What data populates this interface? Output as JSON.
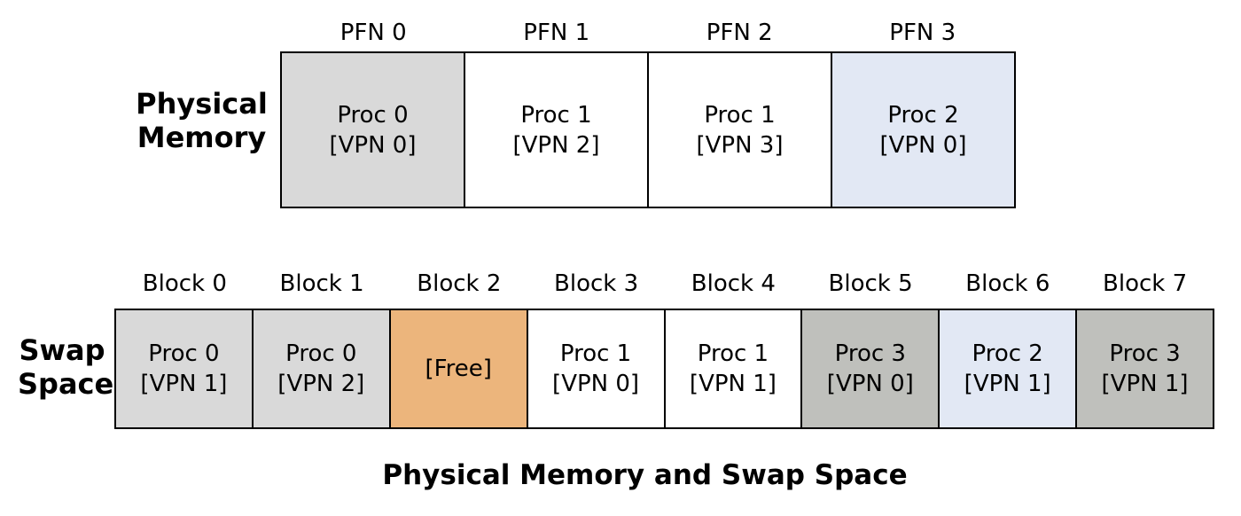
{
  "physical_memory": {
    "label_lines": [
      "Physical",
      "Memory"
    ],
    "frames": [
      {
        "header": "PFN 0",
        "proc": "Proc 0",
        "vpn": "[VPN 0]",
        "fill": "#d9d9d9"
      },
      {
        "header": "PFN 1",
        "proc": "Proc 1",
        "vpn": "[VPN 2]",
        "fill": "#ffffff"
      },
      {
        "header": "PFN 2",
        "proc": "Proc 1",
        "vpn": "[VPN 3]",
        "fill": "#ffffff"
      },
      {
        "header": "PFN 3",
        "proc": "Proc 2",
        "vpn": "[VPN 0]",
        "fill": "#e2e8f4"
      }
    ]
  },
  "swap_space": {
    "label_lines": [
      "Swap",
      "Space"
    ],
    "blocks": [
      {
        "header": "Block 0",
        "proc": "Proc 0",
        "vpn": "[VPN 1]",
        "fill": "#d9d9d9"
      },
      {
        "header": "Block 1",
        "proc": "Proc 0",
        "vpn": "[VPN 2]",
        "fill": "#d9d9d9"
      },
      {
        "header": "Block 2",
        "proc": "[Free]",
        "vpn": "",
        "fill": "#ecb57c"
      },
      {
        "header": "Block 3",
        "proc": "Proc 1",
        "vpn": "[VPN 0]",
        "fill": "#ffffff"
      },
      {
        "header": "Block 4",
        "proc": "Proc 1",
        "vpn": "[VPN 1]",
        "fill": "#ffffff"
      },
      {
        "header": "Block 5",
        "proc": "Proc 3",
        "vpn": "[VPN 0]",
        "fill": "#bfc0bc"
      },
      {
        "header": "Block 6",
        "proc": "Proc 2",
        "vpn": "[VPN 1]",
        "fill": "#e2e8f4"
      },
      {
        "header": "Block 7",
        "proc": "Proc 3",
        "vpn": "[VPN 1]",
        "fill": "#bfc0bc"
      }
    ]
  },
  "caption": "Physical Memory and Swap Space"
}
